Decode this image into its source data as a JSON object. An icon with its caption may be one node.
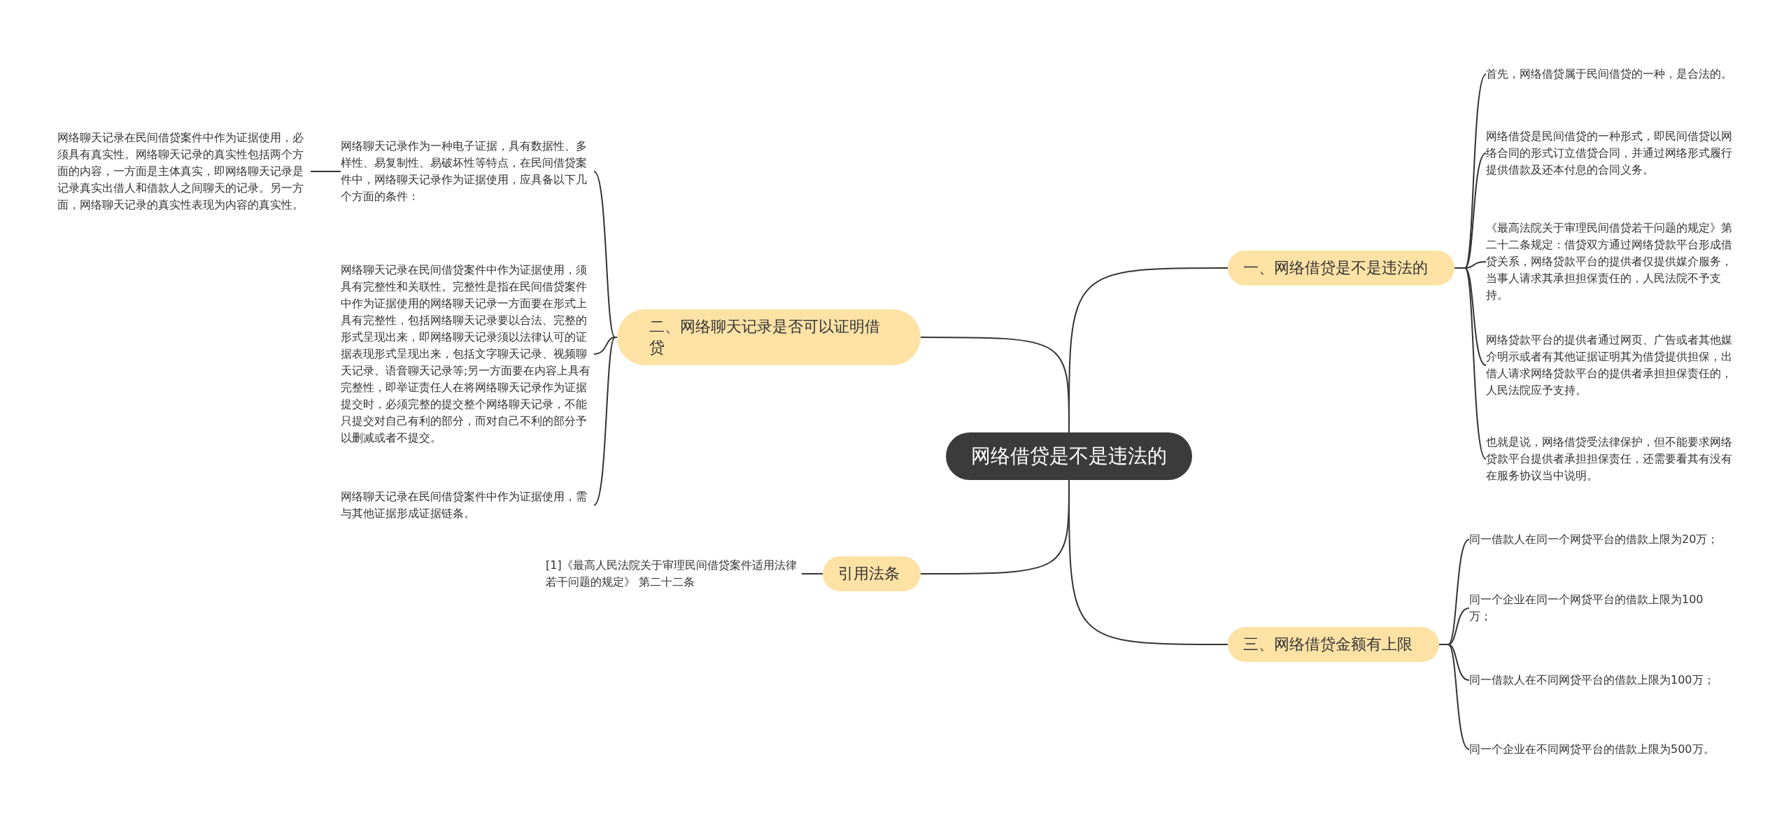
{
  "diagram": {
    "nodes": [
      {
        "text": [
          "网络借贷是不是违法的"
        ]
      },
      {
        "text": [
          "一、网络借贷是不是违法的"
        ]
      },
      {
        "text": [
          "首先，网络借贷属于民间借贷的一种，是合法的。"
        ]
      },
      {
        "text": [
          "网络借贷是民间借贷的一种形式，即民间借贷以网络合同的形式订立借贷合同，并通过网络形式履行提供借款及还本付息的合同义务。"
        ]
      },
      {
        "text": [
          "《最高法院关于审理民间借贷若干问题的规定》第二十二条规定：借贷双方通过网络贷款平台形成借贷关系，网络贷款平台的提供者仅提供媒介服务，当事人请求其承担担保责任的，人民法院不予支持。"
        ]
      },
      {
        "text": [
          "网络贷款平台的提供者通过网页、广告或者其他媒介明示或者有其他证据证明其为借贷提供担保，出借人请求网络贷款平台的提供者承担担保责任的，人民法院应予支持。"
        ]
      },
      {
        "text": [
          "也就是说，网络借贷受法律保护，但不能要求网络贷款平台提供者承担担保责任，还需要看其有没有在服务协议当中说明。"
        ]
      },
      {
        "text": [
          "二、网络聊天记录是否可以证明借贷"
        ]
      },
      {
        "text": [
          "网络聊天记录作为一种电子证据，具有数据性、多样性、易复制性、易破坏性等特点，在民间借贷案件中，网络聊天记录作为证据使用，应具备以下几个方面的条件："
        ]
      },
      {
        "text": [
          "网络聊天记录在民间借贷案件中作为证据使用，必须具有真实性。网络聊天记录的真实性包括两个方面的内容，一方面是主体真实，即网络聊天记录是记录真实出借人和借款人之间聊天的记录。另一方面，网络聊天记录的真实性表现为内容的真实性。"
        ]
      },
      {
        "text": [
          "网络聊天记录在民间借贷案件中作为证据使用，须具有完整性和关联性。完整性是指在民间借贷案件中作为证据使用的网络聊天记录一方面要在形式上具有完整性，包括网络聊天记录要以合法、完整的形式呈现出来，即网络聊天记录须以法律认可的证据表现形式呈现出来，包括文字聊天记录、视频聊天记录、语音聊天记录等;另一方面要在内容上具有完整性，即举证责任人在将网络聊天记录作为证据提交时，必须完整的提交整个网络聊天记录，不能只提交对自己有利的部分，而对自己不利的部分予以删减或者不提交。"
        ]
      },
      {
        "text": [
          "网络聊天记录在民间借贷案件中作为证据使用，需与其他证据形成证据链条。"
        ]
      },
      {
        "text": [
          "三、网络借贷金额有上限"
        ]
      },
      {
        "text": [
          "同一借款人在同一个网贷平台的借款上限为20万；"
        ]
      },
      {
        "text": [
          "同一个企业在同一个网贷平台的借款上限为100万；"
        ]
      },
      {
        "text": [
          "同一借款人在不同网贷平台的借款上限为100万；"
        ]
      },
      {
        "text": [
          "同一个企业在不同网贷平台的借款上限为500万。"
        ]
      },
      {
        "text": [
          "引用法条"
        ]
      },
      {
        "text": [
          "[1]《最高人民法院关于审理民间借贷案件适用法律若干问题的规定》 第二十二条"
        ]
      }
    ],
    "edges": [
      {
        "from": 0,
        "to": 1,
        "arrow": "none"
      },
      {
        "from": 1,
        "to": 2,
        "arrow": "none"
      },
      {
        "from": 1,
        "to": 3,
        "arrow": "none"
      },
      {
        "from": 1,
        "to": 4,
        "arrow": "none"
      },
      {
        "from": 1,
        "to": 5,
        "arrow": "none"
      },
      {
        "from": 1,
        "to": 6,
        "arrow": "none"
      },
      {
        "from": 0,
        "to": 7,
        "arrow": "none"
      },
      {
        "from": 7,
        "to": 8,
        "arrow": "none"
      },
      {
        "from": 8,
        "to": 9,
        "arrow": "none"
      },
      {
        "from": 7,
        "to": 10,
        "arrow": "none"
      },
      {
        "from": 7,
        "to": 11,
        "arrow": "none"
      },
      {
        "from": 0,
        "to": 12,
        "arrow": "none"
      },
      {
        "from": 12,
        "to": 13,
        "arrow": "none"
      },
      {
        "from": 12,
        "to": 14,
        "arrow": "none"
      },
      {
        "from": 12,
        "to": 15,
        "arrow": "none"
      },
      {
        "from": 12,
        "to": 16,
        "arrow": "none"
      },
      {
        "from": 0,
        "to": 17,
        "arrow": "none"
      },
      {
        "from": 17,
        "to": 18,
        "arrow": "none"
      }
    ]
  }
}
